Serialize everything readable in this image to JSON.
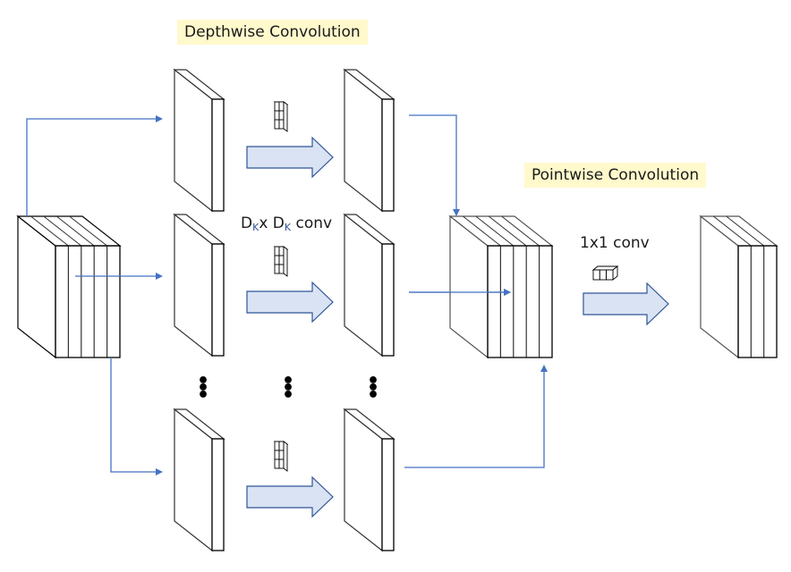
{
  "diagram": {
    "title_depthwise": "Depthwise Convolution",
    "title_pointwise": "Pointwise Convolution",
    "depthwise_kernel_label": {
      "d1": "D",
      "sub1": "K",
      "times": "x ",
      "d2": "D",
      "sub2": "K",
      "suffix": " conv"
    },
    "pointwise_kernel_label": "1x1 conv",
    "ellipsis": "⋮",
    "colors": {
      "label_background": "#fff9cc",
      "arrow_line": "#4472c4",
      "block_arrow_fill": "#dae3f3",
      "block_arrow_stroke": "#2f5597",
      "outline": "#000000",
      "subscript": "#2f5597"
    },
    "input_stack": {
      "channels": 5
    },
    "depthwise_rows": 3,
    "concat_stack": {
      "channels": 5
    },
    "output_stack": {
      "channels": 3
    },
    "kernel_depthwise": {
      "rows": 3,
      "cols": 2
    },
    "kernel_pointwise": {
      "cols": 3
    }
  }
}
